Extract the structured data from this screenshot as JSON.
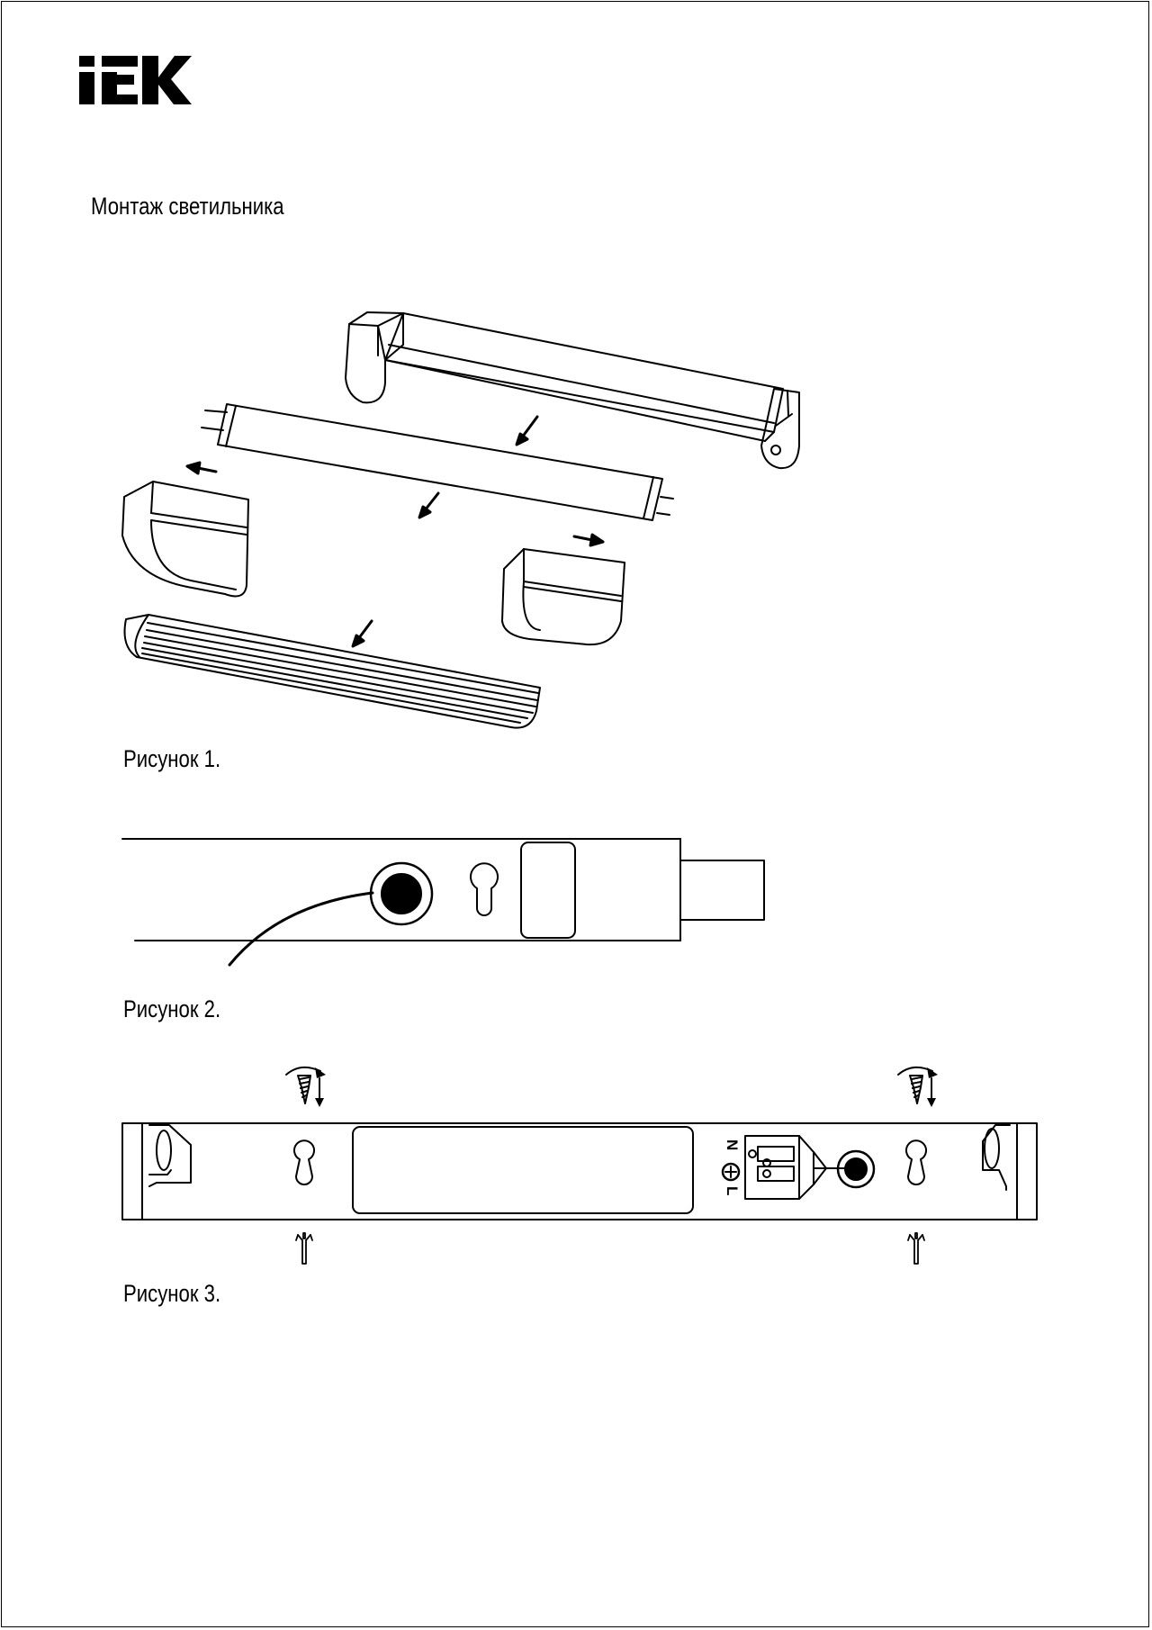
{
  "brand": {
    "logo_text": "IEK",
    "color": "#000000"
  },
  "section": {
    "heading": "Монтаж светильника"
  },
  "figures": [
    {
      "caption": "Рисунок 1."
    },
    {
      "caption": "Рисунок 2."
    },
    {
      "caption": "Рисунок 3.",
      "terminals": [
        "N",
        "L"
      ]
    }
  ],
  "icons": [
    "iek-logo",
    "mounting-arrow-icon",
    "screw-icon",
    "wall-plug-icon",
    "rotate-arrow-icon",
    "keyhole-icon",
    "ground-symbol-icon"
  ]
}
